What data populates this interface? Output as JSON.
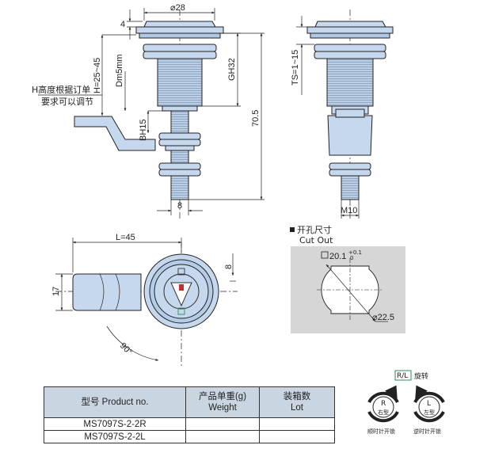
{
  "top_view": {
    "dim_dia28": "⌀28",
    "dim_4": "4",
    "dim_h": "H=25~45",
    "dim_dm": "Dm5mm",
    "dim_gh": "GH32",
    "dim_bh": "BH15",
    "dim_70": "70.5",
    "dim_8": "8",
    "note_line1": "H高度根据订单",
    "note_line2": "要求可以调节"
  },
  "side_view": {
    "dim_ts": "TS=1~15",
    "dim_m10": "M10"
  },
  "front_view": {
    "dim_l": "L=45",
    "dim_17": "17",
    "dim_8": "8",
    "dim_90": "90°"
  },
  "cutout": {
    "label_cn": "开孔尺寸",
    "label_en": "Cut Out",
    "dim_square": "20.1",
    "tol_upper": "+0.1",
    "tol_lower": "0",
    "dim_dia": "⌀22.5"
  },
  "rotation": {
    "badge": "R/L",
    "title": "旋转",
    "right_letter": "R",
    "right_type": "右型",
    "right_caption": "顺时针开锁",
    "left_letter": "L",
    "left_type": "左型",
    "left_caption": "逆时针开锁"
  },
  "table": {
    "headers": [
      {
        "cn": "型号 Product no.",
        "en": ""
      },
      {
        "cn": "产品单重(g)",
        "en": "Weight"
      },
      {
        "cn": "装箱数",
        "en": "Lot"
      }
    ],
    "rows": [
      [
        "MS7097S-2-2R",
        "",
        ""
      ],
      [
        "MS7097S-2-2L",
        "",
        ""
      ]
    ]
  },
  "colors": {
    "part_fill": "#c5d8ee",
    "part_stroke": "#222222",
    "cutout_bg": "#d6d6d6",
    "table_header": "#c9d6e2",
    "badge_border": "#2e8b57"
  }
}
